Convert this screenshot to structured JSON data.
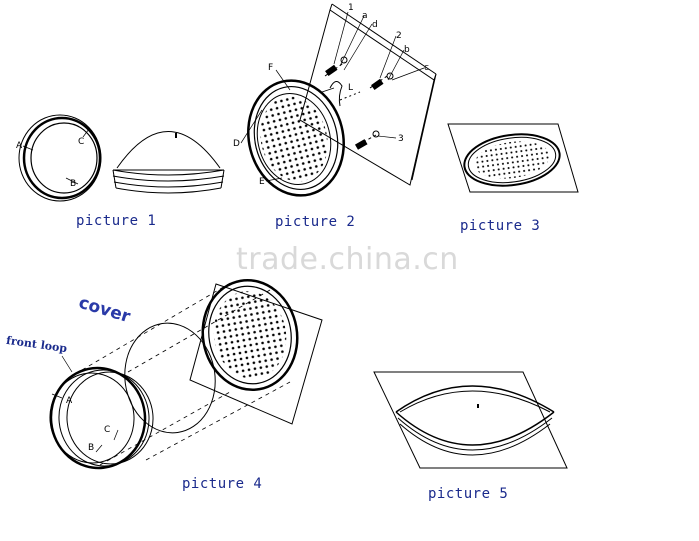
{
  "watermark": "trade.china.cn",
  "captions": {
    "p1": "picture 1",
    "p2": "picture 2",
    "p3": "picture 3",
    "p4": "picture 4",
    "p5": "picture 5"
  },
  "annotations": {
    "cover": "cover",
    "front_loop": "front loop"
  },
  "part_labels": {
    "A": "A",
    "B": "B",
    "C": "C",
    "D": "D",
    "E": "E",
    "F": "F",
    "L": "L",
    "n1": "1",
    "n2": "2",
    "n3": "3",
    "a": "a",
    "b": "b",
    "c": "c",
    "d": "d"
  },
  "colors": {
    "caption": "#1a2a8c",
    "line": "#000000",
    "watermark": "#d9d9d9"
  }
}
